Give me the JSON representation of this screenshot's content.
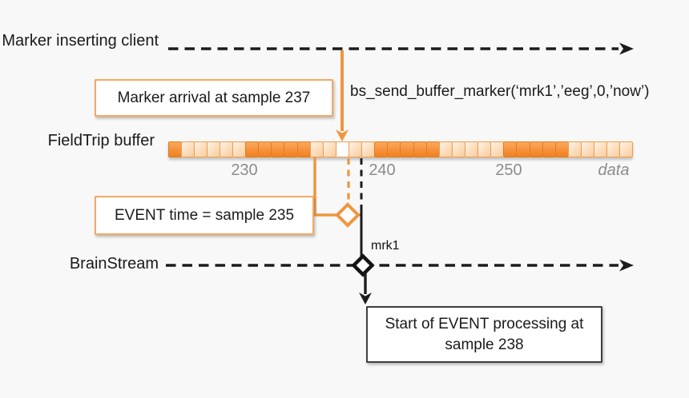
{
  "lanes": {
    "client": "Marker inserting client",
    "buffer": "FieldTrip buffer",
    "brainstream": "BrainStream"
  },
  "callouts": {
    "marker_arrival": "Marker arrival at sample 237",
    "event_time": "EVENT time = sample 235",
    "processing_start": "Start of EVENT processing at sample 238"
  },
  "code_call": "bs_send_buffer_marker(‘mrk1’,’eeg’,0,’now’)",
  "marker_label": "mrk1",
  "buffer": {
    "ticks": [
      "230",
      "240",
      "250"
    ],
    "axis_label": "data",
    "cells": [
      "d",
      "l",
      "l",
      "l",
      "l",
      "l",
      "d",
      "d",
      "d",
      "d",
      "d",
      "l",
      "l",
      "w",
      "l",
      "l",
      "d",
      "d",
      "d",
      "d",
      "d",
      "l",
      "l",
      "l",
      "l",
      "l",
      "d",
      "d",
      "d",
      "d",
      "d",
      "l",
      "l",
      "l",
      "l",
      "l"
    ]
  },
  "colors": {
    "accent_orange": "#F0953F",
    "callout_border_orange": "#F4A962",
    "cell_dark_orange": "#F58A2C",
    "cell_light_orange": "#F8CD9E",
    "marker_cell_white": "#FFFFFF",
    "line_black": "#1C1C1C",
    "tick_gray": "#8C8C8C",
    "background": "#F8F8F8"
  }
}
